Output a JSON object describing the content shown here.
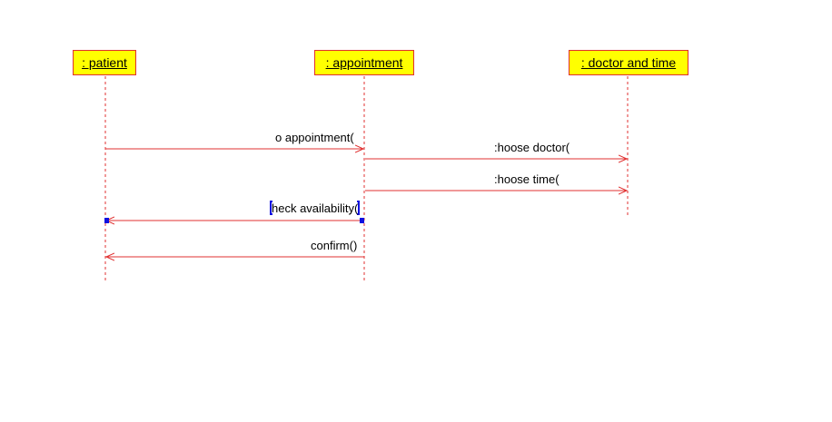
{
  "diagram": {
    "lifelines": [
      {
        "label": ": patient"
      },
      {
        "label": ": appointment"
      },
      {
        "label": ": doctor and time"
      }
    ],
    "messages": [
      {
        "label": "o appointment("
      },
      {
        "label": ":hoose doctor("
      },
      {
        "label": ":hoose time("
      },
      {
        "label": "heck availability("
      },
      {
        "label": "confirm()"
      }
    ],
    "colors": {
      "box_fill": "#ffff00",
      "line": "#e03030",
      "selection": "#1010e0"
    }
  }
}
